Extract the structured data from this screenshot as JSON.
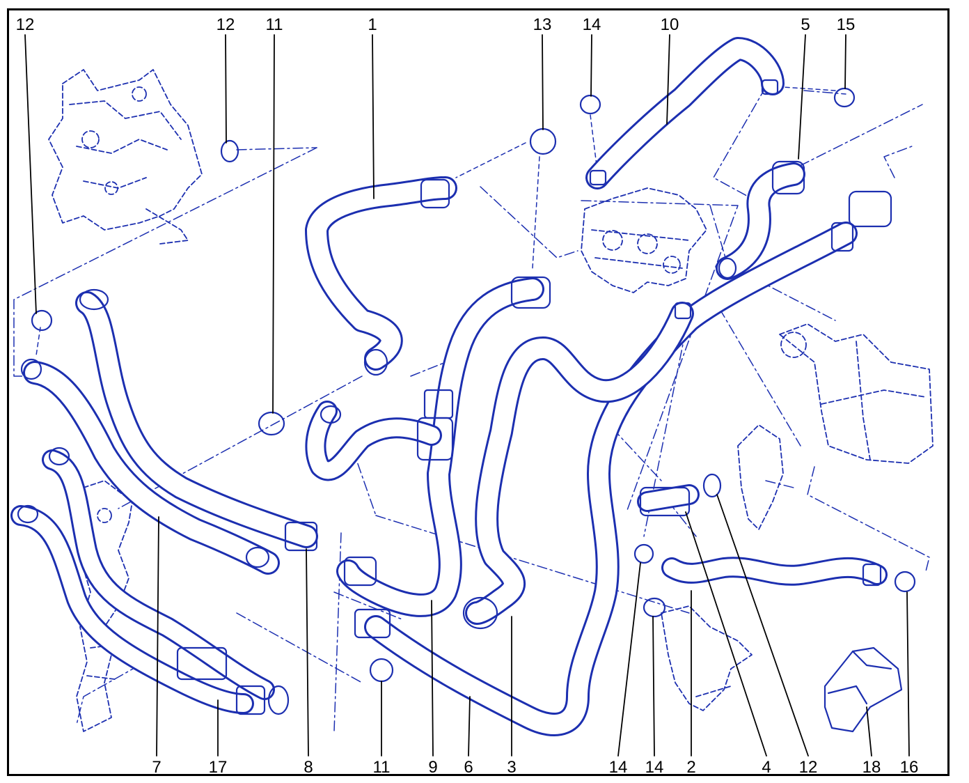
{
  "colors": {
    "line": "#1c2fb0",
    "fill": "#ffffff",
    "frame": "#000000",
    "text": "#000000"
  },
  "callouts_top": {
    "c_12a": "12",
    "c_12b": "12",
    "c_11": "11",
    "c_1": "1",
    "c_13": "13",
    "c_14": "14",
    "c_10": "10",
    "c_5": "5",
    "c_15": "15"
  },
  "callouts_bottom": {
    "c_7": "7",
    "c_17": "17",
    "c_8": "8",
    "c_11": "11",
    "c_9": "9",
    "c_6": "6",
    "c_3": "3",
    "c_14a": "14",
    "c_14b": "14",
    "c_2": "2",
    "c_4": "4",
    "c_12": "12",
    "c_18": "18",
    "c_16": "16"
  }
}
